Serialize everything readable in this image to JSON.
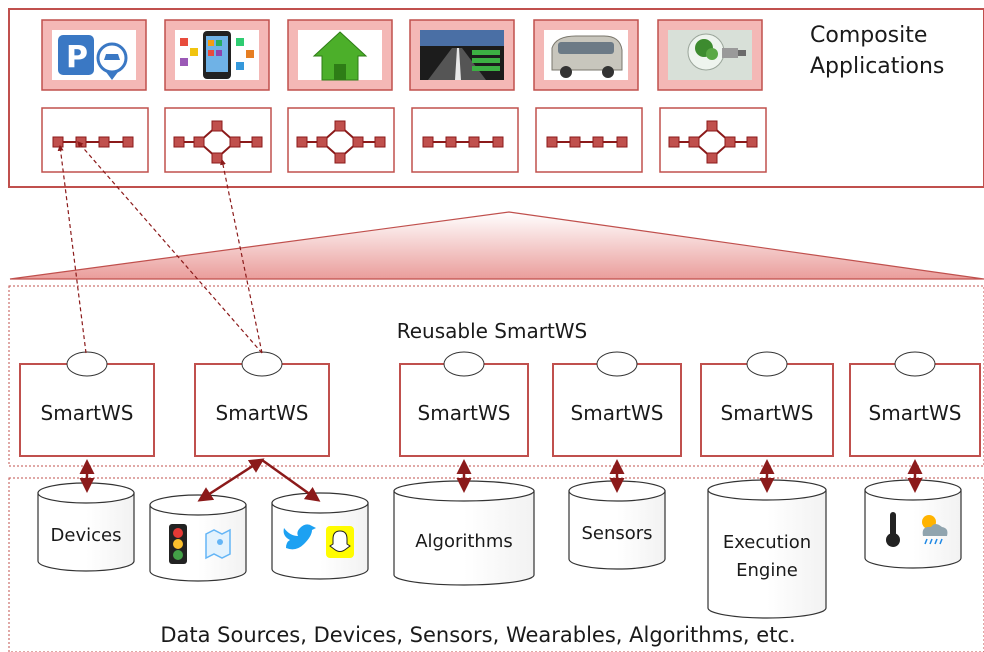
{
  "composite": {
    "label_line1": "Composite",
    "label_line2": "Applications",
    "app_icons": [
      "parking-icon",
      "smartphone-apps-icon",
      "home-icon",
      "navigation-icon",
      "vehicle-icon",
      "light-bulb-icon"
    ],
    "workflows": [
      "linear",
      "branched",
      "branched",
      "linear",
      "linear",
      "branched"
    ]
  },
  "reusable_label": "Reusable SmartWS",
  "service_label": "SmartWS",
  "services": [
    "SmartWS",
    "SmartWS",
    "SmartWS",
    "SmartWS",
    "SmartWS",
    "SmartWS"
  ],
  "data_sources": [
    {
      "label": "Devices"
    },
    {
      "label": "",
      "icons": [
        "traffic-light-icon",
        "map-icon"
      ]
    },
    {
      "label": "",
      "icons": [
        "twitter-icon",
        "snapchat-icon"
      ]
    },
    {
      "label": "Algorithms"
    },
    {
      "label": "Sensors"
    },
    {
      "label_line1": "Execution",
      "label_line2": "Engine"
    },
    {
      "label": "",
      "icons": [
        "thermometer-icon",
        "weather-icon"
      ]
    }
  ],
  "footer_label": "Data Sources, Devices, Sensors, Wearables, Algorithms, etc.",
  "colors": {
    "frame": "#c0504d",
    "arrow": "#8b1a1a",
    "node": "#c0504d",
    "triangle_top": "#ffffff",
    "triangle_bottom": "#e89a98",
    "app_frame_fill": "#f4b8b6"
  }
}
